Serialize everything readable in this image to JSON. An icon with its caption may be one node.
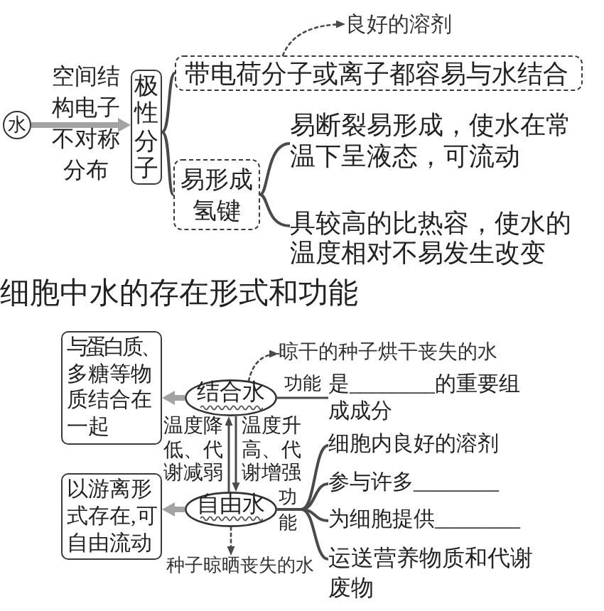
{
  "diagram": {
    "title": "细胞中水的存在形式和功能",
    "nodes": [
      {
        "text": [
          "水"
        ]
      },
      {
        "text": [
          "极性分子"
        ]
      },
      {
        "text": [
          "良好的溶剂"
        ]
      },
      {
        "text": [
          "带电荷分子或离子都容易与水结合"
        ]
      },
      {
        "text": [
          "易形成氢键"
        ]
      },
      {
        "text": [
          "易断裂易形成，使水在常温下呈液态，可流动"
        ]
      },
      {
        "text": [
          "具较高的比热容，使水的温度相对不易发生改变"
        ]
      },
      {
        "text": [
          "与蛋白质、多糖等物质结合在一起"
        ]
      },
      {
        "text": [
          "结合水"
        ]
      },
      {
        "text": [
          "晾干的种子烘干丧失的水"
        ]
      },
      {
        "text": [
          "是________的重要组成成分"
        ]
      },
      {
        "text": [
          "细胞内良好的溶剂"
        ]
      },
      {
        "text": [
          "以游离形式存在,可自由流动"
        ]
      },
      {
        "text": [
          "自由水"
        ]
      },
      {
        "text": [
          "参与许多________"
        ]
      },
      {
        "text": [
          "为细胞提供________"
        ]
      },
      {
        "text": [
          "运送营养物质和代谢废物"
        ]
      },
      {
        "text": [
          "种子晾晒丧失的水"
        ]
      }
    ],
    "edges": [
      {
        "from": 0,
        "to": 1,
        "arrow": "to",
        "label": "空间结构电子不对称分布",
        "style": "thick",
        "color": "#a3a3a3"
      },
      {
        "from": 1,
        "to": 3,
        "arrow": "none"
      },
      {
        "from": 1,
        "to": 4,
        "arrow": "none"
      },
      {
        "from": 3,
        "to": 2,
        "arrow": "to",
        "style": "dashed"
      },
      {
        "from": 4,
        "to": 5,
        "arrow": "none"
      },
      {
        "from": 4,
        "to": 6,
        "arrow": "none"
      },
      {
        "from": 8,
        "to": 7,
        "arrow": "to",
        "style": "thick",
        "color": "#a3a3a3"
      },
      {
        "from": 8,
        "to": 9,
        "arrow": "to",
        "style": "dashed"
      },
      {
        "from": 13,
        "to": 8,
        "arrow": "to",
        "label": "温度降低、代谢减弱"
      },
      {
        "from": 8,
        "to": 13,
        "arrow": "to",
        "label": "温度升高、代谢增强"
      },
      {
        "from": 8,
        "to": 10,
        "arrow": "none",
        "label": "功能"
      },
      {
        "from": 13,
        "to": 12,
        "arrow": "to",
        "style": "thick",
        "color": "#a3a3a3"
      },
      {
        "from": 13,
        "to": 11,
        "arrow": "none",
        "label": "功能"
      },
      {
        "from": 13,
        "to": 14,
        "arrow": "none"
      },
      {
        "from": 13,
        "to": 15,
        "arrow": "none"
      },
      {
        "from": 13,
        "to": 16,
        "arrow": "none"
      },
      {
        "from": 13,
        "to": 17,
        "arrow": "to",
        "style": "dashed"
      }
    ]
  }
}
